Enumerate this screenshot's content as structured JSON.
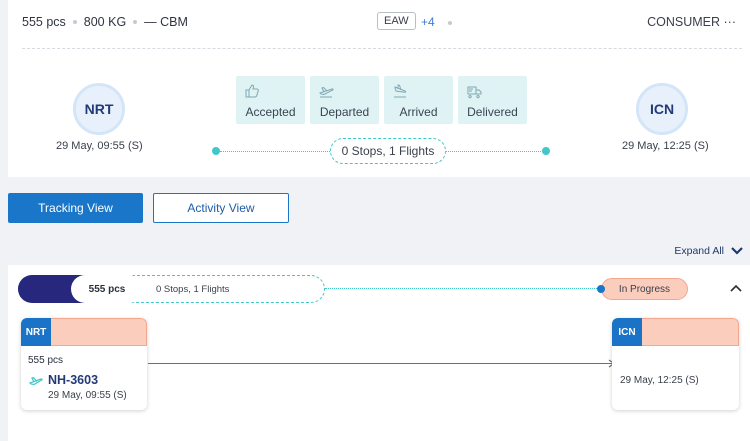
{
  "summary": {
    "pieces": "555 pcs",
    "weight": "800 KG",
    "volume": "— CBM",
    "tag": "EAW",
    "more": "+4",
    "customer": "CONSUMER ···"
  },
  "origin": {
    "code": "NRT",
    "date": "29 May, 09:55 (S)"
  },
  "destination": {
    "code": "ICN",
    "date": "29 May, 12:25 (S)"
  },
  "statuses": [
    {
      "label": "Accepted",
      "icon": "thumbs-up-icon"
    },
    {
      "label": "Departed",
      "icon": "plane-departure-icon"
    },
    {
      "label": "Arrived",
      "icon": "plane-arrival-icon"
    },
    {
      "label": "Delivered",
      "icon": "delivery-truck-icon"
    }
  ],
  "route": {
    "summary": "0 Stops, 1 Flights"
  },
  "views": {
    "tracking": "Tracking View",
    "activity": "Activity View"
  },
  "expand_all": "Expand All",
  "shipment": {
    "pieces": "555 pcs",
    "stops": "0 Stops, 1 Flights",
    "status": "In Progress",
    "origin_leg": {
      "code": "NRT",
      "pieces": "555 pcs",
      "flight": "NH-3603",
      "date": "29 May, 09:55 (S)"
    },
    "destination_leg": {
      "code": "ICN",
      "date": "29 May, 12:25 (S)"
    }
  },
  "colors": {
    "primary": "#1976c9",
    "teal": "#40c7c9",
    "navy": "#26277d",
    "status_bg": "#dff3f4",
    "progress_badge": "#fbcdbd"
  }
}
